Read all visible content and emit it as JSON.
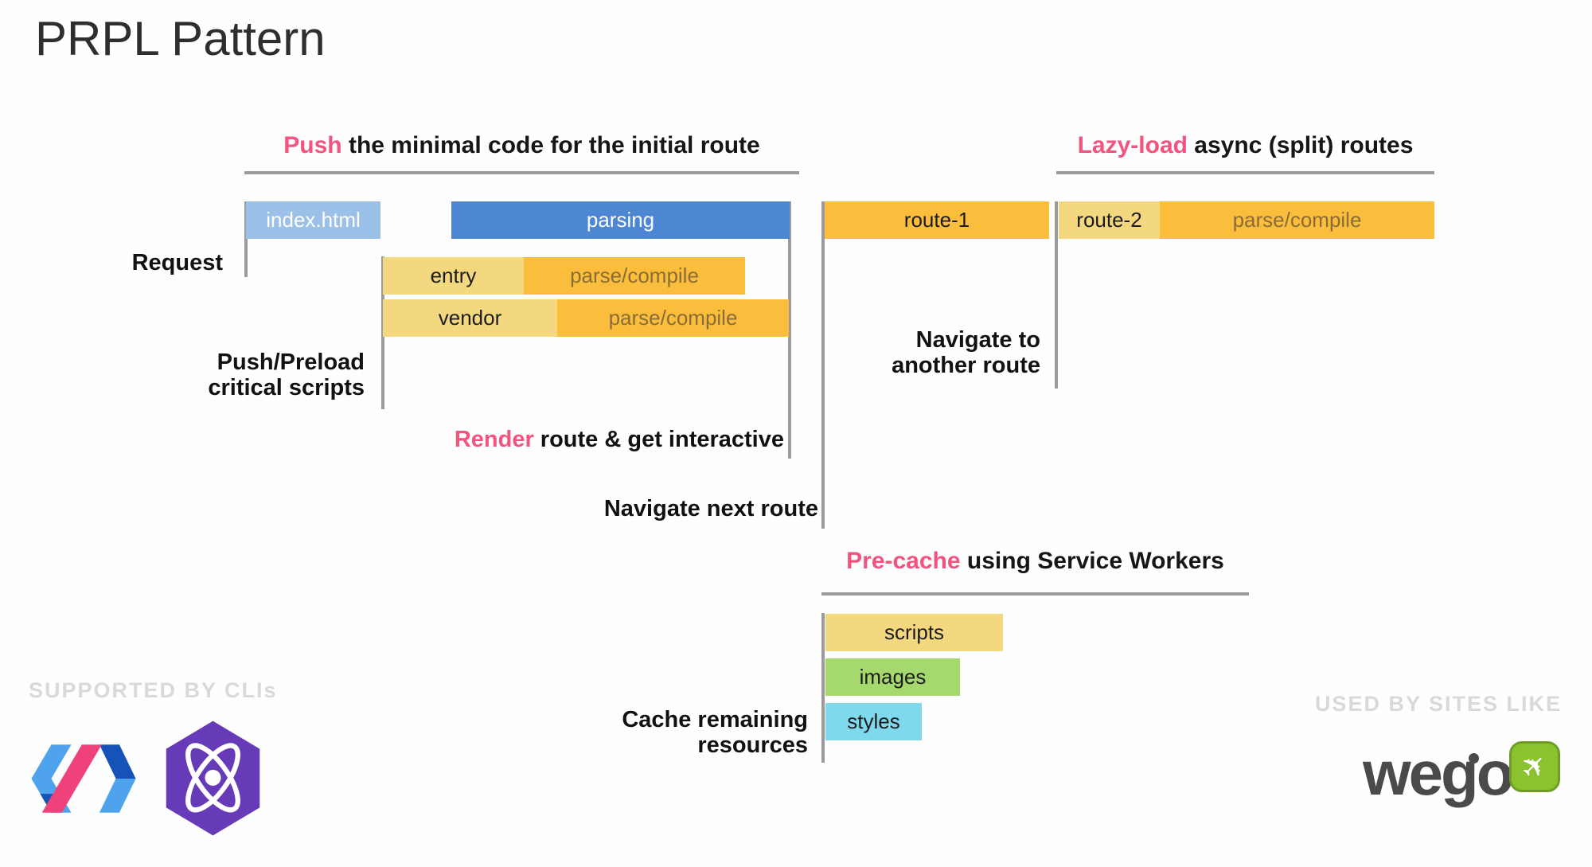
{
  "title": "PRPL Pattern",
  "colors": {
    "pink_accent": "#F4537E",
    "bar_blue": "#4D87D3",
    "bar_light_blue": "#9CC1E8",
    "bar_tan": "#F3D87F",
    "bar_orange": "#FBBD3C",
    "bar_green": "#A5D96E",
    "bar_cyan": "#7FD9EC",
    "line_gray": "#9b9b9b",
    "footer_gray": "#D9D9D9"
  },
  "sections": {
    "push": {
      "highlight": "Push",
      "rest": " the minimal code for the initial route"
    },
    "lazy": {
      "highlight": "Lazy-load",
      "rest": " async (split) routes"
    },
    "precache": {
      "highlight": "Pre-cache",
      "rest": " using Service Workers"
    },
    "render": {
      "highlight": "Render",
      "rest": " route & get interactive"
    }
  },
  "labels": {
    "request": "Request",
    "push_preload_line1": "Push/Preload",
    "push_preload_line2": "critical scripts",
    "navigate_next": "Navigate next route",
    "navigate_another_line1": "Navigate to",
    "navigate_another_line2": "another route",
    "cache_line1": "Cache remaining",
    "cache_line2": "resources"
  },
  "bars": {
    "index_html": "index.html",
    "parsing": "parsing",
    "entry": "entry",
    "entry_parse": "parse/compile",
    "vendor": "vendor",
    "vendor_parse": "parse/compile",
    "route1": "route-1",
    "route2": "route-2",
    "route2_parse": "parse/compile",
    "scripts": "scripts",
    "images": "images",
    "styles": "styles"
  },
  "footer": {
    "supported": "SUPPORTED BY CLIs",
    "used": "USED BY SITES LIKE",
    "wego": "wego"
  }
}
